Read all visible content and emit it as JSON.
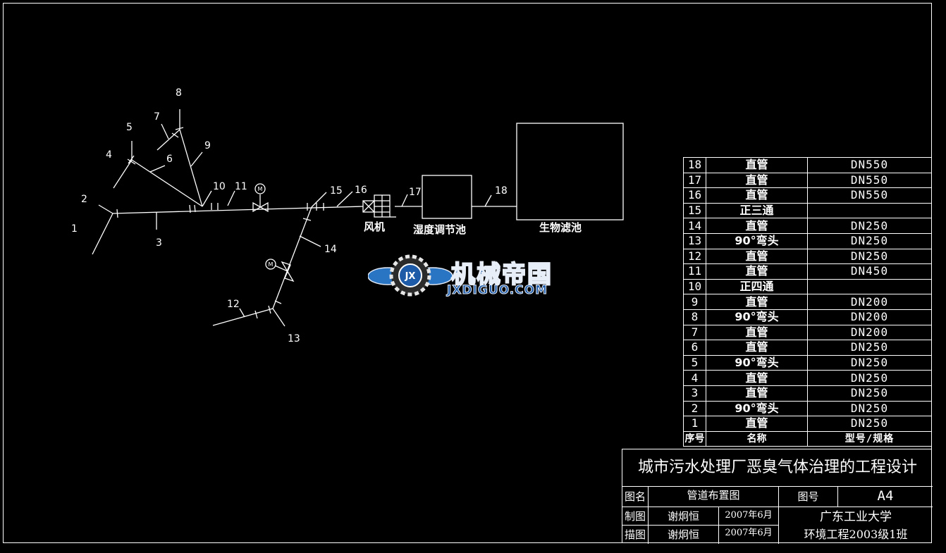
{
  "diagram": {
    "labels": {
      "l1": "1",
      "l2": "2",
      "l3": "3",
      "l4": "4",
      "l5": "5",
      "l6": "6",
      "l7": "7",
      "l8": "8",
      "l9": "9",
      "l10": "10",
      "l11": "11",
      "l12": "12",
      "l13": "13",
      "l14": "14",
      "l15": "15",
      "l16": "16",
      "l17": "17",
      "l18": "18"
    },
    "equipment": {
      "fan": "风机",
      "humidity_tank": "湿度调节池",
      "biofilter": "生物滤池"
    },
    "symbols": {
      "motor": "M"
    }
  },
  "parts_table": {
    "rows": [
      {
        "no": "18",
        "name": "直管",
        "spec": "DN550"
      },
      {
        "no": "17",
        "name": "直管",
        "spec": "DN550"
      },
      {
        "no": "16",
        "name": "直管",
        "spec": "DN550"
      },
      {
        "no": "15",
        "name": "正三通",
        "spec": ""
      },
      {
        "no": "14",
        "name": "直管",
        "spec": "DN250"
      },
      {
        "no": "13",
        "name": "90°弯头",
        "spec": "DN250"
      },
      {
        "no": "12",
        "name": "直管",
        "spec": "DN250"
      },
      {
        "no": "11",
        "name": "直管",
        "spec": "DN450"
      },
      {
        "no": "10",
        "name": "正四通",
        "spec": ""
      },
      {
        "no": "9",
        "name": "直管",
        "spec": "DN200"
      },
      {
        "no": "8",
        "name": "90°弯头",
        "spec": "DN200"
      },
      {
        "no": "7",
        "name": "直管",
        "spec": "DN200"
      },
      {
        "no": "6",
        "name": "直管",
        "spec": "DN250"
      },
      {
        "no": "5",
        "name": "90°弯头",
        "spec": "DN250"
      },
      {
        "no": "4",
        "name": "直管",
        "spec": "DN250"
      },
      {
        "no": "3",
        "name": "直管",
        "spec": "DN250"
      },
      {
        "no": "2",
        "name": "90°弯头",
        "spec": "DN250"
      },
      {
        "no": "1",
        "name": "直管",
        "spec": "DN250"
      }
    ],
    "header": {
      "no": "序号",
      "name": "名称",
      "spec": "型号/规格"
    }
  },
  "title_block": {
    "title": "城市污水处理厂恶臭气体治理的工程设计",
    "drawing_name_label": "图名",
    "drawing_name": "管道布置图",
    "drawing_no_label": "图号",
    "drawing_no": "A4",
    "drawn_label": "制图",
    "drawn_by": "谢炯恒",
    "drawn_date": "2007年6月",
    "traced_label": "描图",
    "traced_by": "谢炯恒",
    "traced_date": "2007年6月",
    "school": "广东工业大学",
    "class": "环境工程2003级1班"
  },
  "watermark": {
    "brand_cn": "机械帝国",
    "brand_en": "JXDIGUO.COM"
  }
}
